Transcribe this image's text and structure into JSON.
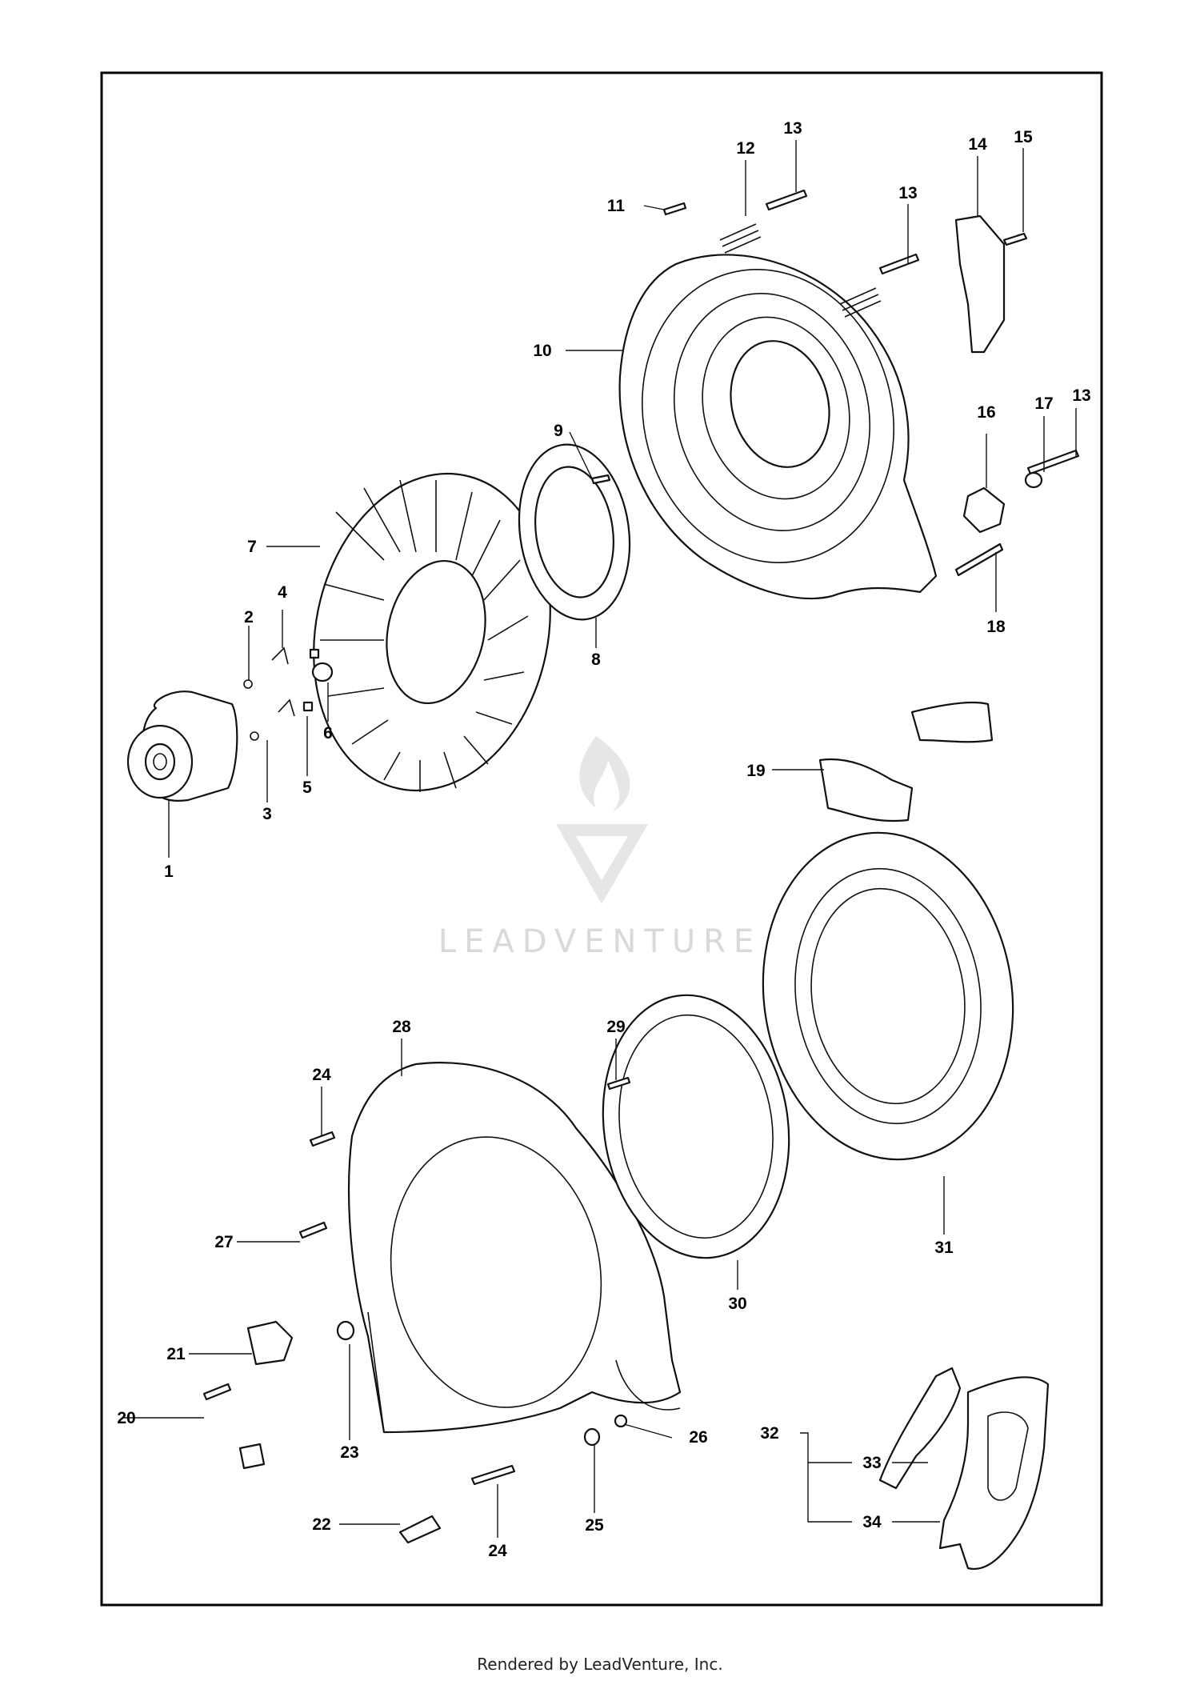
{
  "callouts": [
    {
      "id": "c1",
      "text": "1"
    },
    {
      "id": "c2",
      "text": "2"
    },
    {
      "id": "c3",
      "text": "3"
    },
    {
      "id": "c4",
      "text": "4"
    },
    {
      "id": "c5",
      "text": "5"
    },
    {
      "id": "c6",
      "text": "6"
    },
    {
      "id": "c7",
      "text": "7"
    },
    {
      "id": "c8",
      "text": "8"
    },
    {
      "id": "c9",
      "text": "9"
    },
    {
      "id": "c10",
      "text": "10"
    },
    {
      "id": "c11",
      "text": "11"
    },
    {
      "id": "c12",
      "text": "12"
    },
    {
      "id": "c13a",
      "text": "13"
    },
    {
      "id": "c13b",
      "text": "13"
    },
    {
      "id": "c13c",
      "text": "13"
    },
    {
      "id": "c14",
      "text": "14"
    },
    {
      "id": "c15",
      "text": "15"
    },
    {
      "id": "c16",
      "text": "16"
    },
    {
      "id": "c17",
      "text": "17"
    },
    {
      "id": "c18",
      "text": "18"
    },
    {
      "id": "c19",
      "text": "19"
    },
    {
      "id": "c20",
      "text": "20"
    },
    {
      "id": "c21",
      "text": "21"
    },
    {
      "id": "c22",
      "text": "22"
    },
    {
      "id": "c23",
      "text": "23"
    },
    {
      "id": "c24a",
      "text": "24"
    },
    {
      "id": "c24b",
      "text": "24"
    },
    {
      "id": "c25",
      "text": "25"
    },
    {
      "id": "c26",
      "text": "26"
    },
    {
      "id": "c27",
      "text": "27"
    },
    {
      "id": "c28",
      "text": "28"
    },
    {
      "id": "c29",
      "text": "29"
    },
    {
      "id": "c30",
      "text": "30"
    },
    {
      "id": "c31",
      "text": "31"
    },
    {
      "id": "c32",
      "text": "32"
    },
    {
      "id": "c33",
      "text": "33"
    },
    {
      "id": "c34",
      "text": "34"
    }
  ],
  "watermark": {
    "text": "LEADVENTURE"
  },
  "footer": {
    "text": "Rendered by LeadVenture, Inc."
  }
}
